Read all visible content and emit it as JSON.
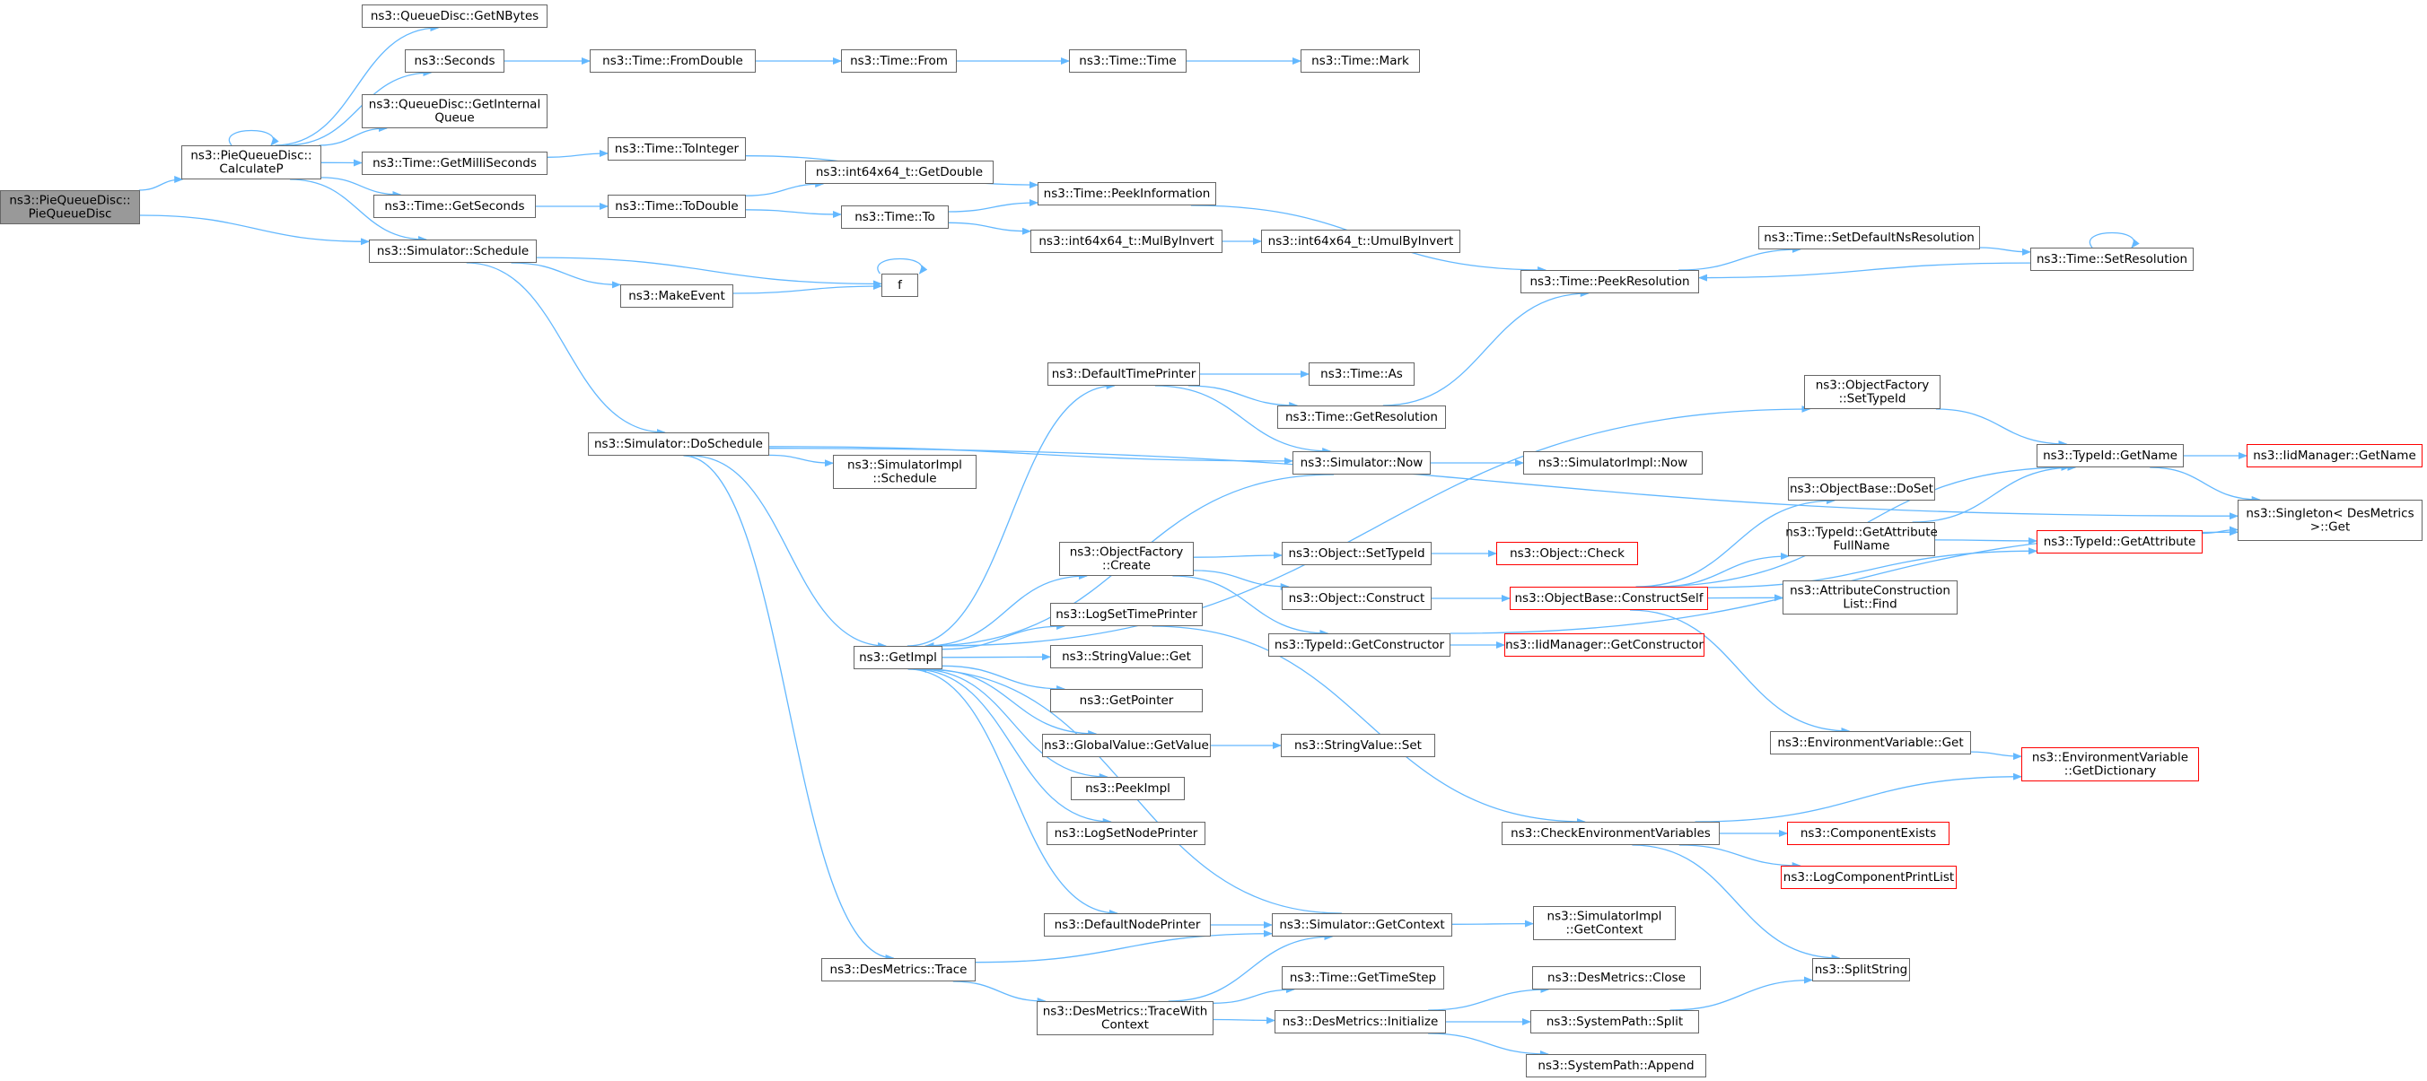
{
  "colors": {
    "edge": "#63b8ff",
    "node_border": "#666666",
    "node_fill": "#ffffff",
    "root_fill": "#999999",
    "red_border": "#ff0000"
  },
  "diagram": {
    "nodes": [
      {
        "id": "root",
        "lines": [
          "ns3::PieQueueDisc::",
          "PieQueueDisc"
        ],
        "root": true
      },
      {
        "id": "calcp",
        "lines": [
          "ns3::PieQueueDisc::",
          "CalculateP"
        ]
      },
      {
        "id": "getnbytes",
        "lines": [
          "ns3::QueueDisc::GetNBytes"
        ]
      },
      {
        "id": "seconds",
        "lines": [
          "ns3::Seconds"
        ]
      },
      {
        "id": "fromdouble",
        "lines": [
          "ns3::Time::FromDouble"
        ]
      },
      {
        "id": "from",
        "lines": [
          "ns3::Time::From"
        ]
      },
      {
        "id": "timetime",
        "lines": [
          "ns3::Time::Time"
        ]
      },
      {
        "id": "mark",
        "lines": [
          "ns3::Time::Mark"
        ]
      },
      {
        "id": "getinternalq",
        "lines": [
          "ns3::QueueDisc::GetInternal",
          "Queue"
        ]
      },
      {
        "id": "getms",
        "lines": [
          "ns3::Time::GetMilliSeconds"
        ]
      },
      {
        "id": "tointeger",
        "lines": [
          "ns3::Time::ToInteger"
        ]
      },
      {
        "id": "getdouble",
        "lines": [
          "ns3::int64x64_t::GetDouble"
        ]
      },
      {
        "id": "peekinfo",
        "lines": [
          "ns3::Time::PeekInformation"
        ]
      },
      {
        "id": "getseconds",
        "lines": [
          "ns3::Time::GetSeconds"
        ]
      },
      {
        "id": "todouble",
        "lines": [
          "ns3::Time::ToDouble"
        ]
      },
      {
        "id": "timeto",
        "lines": [
          "ns3::Time::To"
        ]
      },
      {
        "id": "mulbyinvert",
        "lines": [
          "ns3::int64x64_t::MulByInvert"
        ]
      },
      {
        "id": "umulbyinvert",
        "lines": [
          "ns3::int64x64_t::UmulByInvert"
        ]
      },
      {
        "id": "schedule",
        "lines": [
          "ns3::Simulator::Schedule"
        ]
      },
      {
        "id": "makeevent",
        "lines": [
          "ns3::MakeEvent"
        ]
      },
      {
        "id": "f",
        "lines": [
          "f"
        ]
      },
      {
        "id": "peekres",
        "lines": [
          "ns3::Time::PeekResolution"
        ]
      },
      {
        "id": "setdefres",
        "lines": [
          "ns3::Time::SetDefaultNsResolution"
        ]
      },
      {
        "id": "setres",
        "lines": [
          "ns3::Time::SetResolution"
        ]
      },
      {
        "id": "doschedule",
        "lines": [
          "ns3::Simulator::DoSchedule"
        ]
      },
      {
        "id": "simimplsched",
        "lines": [
          "ns3::SimulatorImpl",
          "::Schedule"
        ]
      },
      {
        "id": "deftimeprinter",
        "lines": [
          "ns3::DefaultTimePrinter"
        ]
      },
      {
        "id": "timeas",
        "lines": [
          "ns3::Time::As"
        ]
      },
      {
        "id": "getresolution",
        "lines": [
          "ns3::Time::GetResolution"
        ]
      },
      {
        "id": "simnow",
        "lines": [
          "ns3::Simulator::Now"
        ]
      },
      {
        "id": "simimplnow",
        "lines": [
          "ns3::SimulatorImpl::Now"
        ]
      },
      {
        "id": "ofsettypeid",
        "lines": [
          "ns3::ObjectFactory",
          "::SetTypeId"
        ]
      },
      {
        "id": "typeidgetname",
        "lines": [
          "ns3::TypeId::GetName"
        ]
      },
      {
        "id": "iidgetname",
        "lines": [
          "ns3::IidManager::GetName"
        ],
        "red": true
      },
      {
        "id": "singleton",
        "lines": [
          "ns3::Singleton< DesMetrics",
          " >::Get"
        ]
      },
      {
        "id": "objbasedoset",
        "lines": [
          "ns3::ObjectBase::DoSet"
        ]
      },
      {
        "id": "getattrfullname",
        "lines": [
          "ns3::TypeId::GetAttribute",
          "FullName"
        ]
      },
      {
        "id": "typeidgetattr",
        "lines": [
          "ns3::TypeId::GetAttribute"
        ],
        "red": true
      },
      {
        "id": "ofcreate",
        "lines": [
          "ns3::ObjectFactory",
          "::Create"
        ]
      },
      {
        "id": "objsettypeid",
        "lines": [
          "ns3::Object::SetTypeId"
        ]
      },
      {
        "id": "objcheck",
        "lines": [
          "ns3::Object::Check"
        ],
        "red": true
      },
      {
        "id": "objconstruct",
        "lines": [
          "ns3::Object::Construct"
        ]
      },
      {
        "id": "constructself",
        "lines": [
          "ns3::ObjectBase::ConstructSelf"
        ],
        "red": true
      },
      {
        "id": "attrconstrfind",
        "lines": [
          "ns3::AttributeConstruction",
          "List::Find"
        ]
      },
      {
        "id": "logsettimeprinter",
        "lines": [
          "ns3::LogSetTimePrinter"
        ]
      },
      {
        "id": "getimpl",
        "lines": [
          "ns3::GetImpl"
        ]
      },
      {
        "id": "stringvalueget",
        "lines": [
          "ns3::StringValue::Get"
        ]
      },
      {
        "id": "typeidgetconstructor",
        "lines": [
          "ns3::TypeId::GetConstructor"
        ]
      },
      {
        "id": "iidgetconstructor",
        "lines": [
          "ns3::IidManager::GetConstructor"
        ],
        "red": true
      },
      {
        "id": "getpointer",
        "lines": [
          "ns3::GetPointer"
        ]
      },
      {
        "id": "envget",
        "lines": [
          "ns3::EnvironmentVariable::Get"
        ]
      },
      {
        "id": "envgetdict",
        "lines": [
          "ns3::EnvironmentVariable",
          "::GetDictionary"
        ],
        "red": true
      },
      {
        "id": "globalgetvalue",
        "lines": [
          "ns3::GlobalValue::GetValue"
        ]
      },
      {
        "id": "stringvalueset",
        "lines": [
          "ns3::StringValue::Set"
        ]
      },
      {
        "id": "peekimpl",
        "lines": [
          "ns3::PeekImpl"
        ]
      },
      {
        "id": "logsetnodeprinter",
        "lines": [
          "ns3::LogSetNodePrinter"
        ]
      },
      {
        "id": "checkenv",
        "lines": [
          "ns3::CheckEnvironmentVariables"
        ]
      },
      {
        "id": "componentexists",
        "lines": [
          "ns3::ComponentExists"
        ],
        "red": true
      },
      {
        "id": "logcompprintlist",
        "lines": [
          "ns3::LogComponentPrintList"
        ],
        "red": true
      },
      {
        "id": "defnodeprinter",
        "lines": [
          "ns3::DefaultNodePrinter"
        ]
      },
      {
        "id": "simgetcontext",
        "lines": [
          "ns3::Simulator::GetContext"
        ]
      },
      {
        "id": "simimplgetcontext",
        "lines": [
          "ns3::SimulatorImpl",
          "::GetContext"
        ]
      },
      {
        "id": "desmetricstrace",
        "lines": [
          "ns3::DesMetrics::Trace"
        ]
      },
      {
        "id": "splitstring",
        "lines": [
          "ns3::SplitString"
        ]
      },
      {
        "id": "desmetricsclose",
        "lines": [
          "ns3::DesMetrics::Close"
        ]
      },
      {
        "id": "gettimestep",
        "lines": [
          "ns3::Time::GetTimeStep"
        ]
      },
      {
        "id": "tracewithcontext",
        "lines": [
          "ns3::DesMetrics::TraceWith",
          "Context"
        ]
      },
      {
        "id": "desmetricsinit",
        "lines": [
          "ns3::DesMetrics::Initialize"
        ]
      },
      {
        "id": "syspathsplit",
        "lines": [
          "ns3::SystemPath::Split"
        ]
      },
      {
        "id": "syspathappend",
        "lines": [
          "ns3::SystemPath::Append"
        ]
      }
    ],
    "edges": [
      [
        "root",
        "calcp"
      ],
      [
        "root",
        "schedule"
      ],
      [
        "calcp",
        "calcp"
      ],
      [
        "calcp",
        "getnbytes"
      ],
      [
        "calcp",
        "seconds"
      ],
      [
        "calcp",
        "getinternalq"
      ],
      [
        "calcp",
        "getms"
      ],
      [
        "calcp",
        "getseconds"
      ],
      [
        "calcp",
        "schedule"
      ],
      [
        "seconds",
        "fromdouble"
      ],
      [
        "fromdouble",
        "from"
      ],
      [
        "from",
        "timetime"
      ],
      [
        "timetime",
        "mark"
      ],
      [
        "getms",
        "tointeger"
      ],
      [
        "tointeger",
        "peekinfo"
      ],
      [
        "getseconds",
        "todouble"
      ],
      [
        "todouble",
        "getdouble"
      ],
      [
        "todouble",
        "timeto"
      ],
      [
        "timeto",
        "peekinfo"
      ],
      [
        "timeto",
        "mulbyinvert"
      ],
      [
        "mulbyinvert",
        "umulbyinvert"
      ],
      [
        "peekinfo",
        "peekres"
      ],
      [
        "schedule",
        "makeevent"
      ],
      [
        "schedule",
        "f"
      ],
      [
        "schedule",
        "doschedule"
      ],
      [
        "makeevent",
        "f"
      ],
      [
        "f",
        "f"
      ],
      [
        "peekres",
        "setdefres"
      ],
      [
        "setdefres",
        "setres"
      ],
      [
        "setres",
        "setres"
      ],
      [
        "setres",
        "peekres"
      ],
      [
        "doschedule",
        "singleton"
      ],
      [
        "doschedule",
        "simnow"
      ],
      [
        "doschedule",
        "simimplsched"
      ],
      [
        "doschedule",
        "getimpl"
      ],
      [
        "doschedule",
        "desmetricstrace"
      ],
      [
        "deftimeprinter",
        "timeas"
      ],
      [
        "deftimeprinter",
        "getresolution"
      ],
      [
        "deftimeprinter",
        "simnow"
      ],
      [
        "getresolution",
        "peekres"
      ],
      [
        "simnow",
        "simimplnow"
      ],
      [
        "simnow",
        "getimpl"
      ],
      [
        "getimpl",
        "deftimeprinter"
      ],
      [
        "getimpl",
        "ofsettypeid"
      ],
      [
        "getimpl",
        "ofcreate"
      ],
      [
        "getimpl",
        "logsettimeprinter"
      ],
      [
        "getimpl",
        "stringvalueget"
      ],
      [
        "getimpl",
        "getpointer"
      ],
      [
        "getimpl",
        "globalgetvalue"
      ],
      [
        "getimpl",
        "peekimpl"
      ],
      [
        "getimpl",
        "logsetnodeprinter"
      ],
      [
        "getimpl",
        "defnodeprinter"
      ],
      [
        "ofsettypeid",
        "typeidgetname"
      ],
      [
        "typeidgetname",
        "iidgetname"
      ],
      [
        "typeidgetname",
        "singleton"
      ],
      [
        "getattrfullname",
        "typeidgetname"
      ],
      [
        "getattrfullname",
        "typeidgetattr"
      ],
      [
        "typeidgetattr",
        "singleton"
      ],
      [
        "ofcreate",
        "objsettypeid"
      ],
      [
        "ofcreate",
        "objconstruct"
      ],
      [
        "ofcreate",
        "typeidgetconstructor"
      ],
      [
        "objsettypeid",
        "objcheck"
      ],
      [
        "objconstruct",
        "constructself"
      ],
      [
        "constructself",
        "typeidgetname"
      ],
      [
        "constructself",
        "objbasedoset"
      ],
      [
        "constructself",
        "getattrfullname"
      ],
      [
        "constructself",
        "attrconstrfind"
      ],
      [
        "constructself",
        "typeidgetattr"
      ],
      [
        "constructself",
        "envget"
      ],
      [
        "logsettimeprinter",
        "checkenv"
      ],
      [
        "typeidgetconstructor",
        "iidgetconstructor"
      ],
      [
        "typeidgetconstructor",
        "singleton"
      ],
      [
        "globalgetvalue",
        "stringvalueset"
      ],
      [
        "envget",
        "envgetdict"
      ],
      [
        "checkenv",
        "envgetdict"
      ],
      [
        "checkenv",
        "componentexists"
      ],
      [
        "checkenv",
        "logcompprintlist"
      ],
      [
        "checkenv",
        "splitstring"
      ],
      [
        "defnodeprinter",
        "simgetcontext"
      ],
      [
        "simgetcontext",
        "getimpl"
      ],
      [
        "simgetcontext",
        "simimplgetcontext"
      ],
      [
        "desmetricstrace",
        "simgetcontext"
      ],
      [
        "desmetricstrace",
        "tracewithcontext"
      ],
      [
        "tracewithcontext",
        "simgetcontext"
      ],
      [
        "tracewithcontext",
        "gettimestep"
      ],
      [
        "tracewithcontext",
        "desmetricsinit"
      ],
      [
        "desmetricsinit",
        "desmetricsclose"
      ],
      [
        "desmetricsinit",
        "syspathsplit"
      ],
      [
        "desmetricsinit",
        "syspathappend"
      ],
      [
        "syspathsplit",
        "splitstring"
      ]
    ]
  }
}
